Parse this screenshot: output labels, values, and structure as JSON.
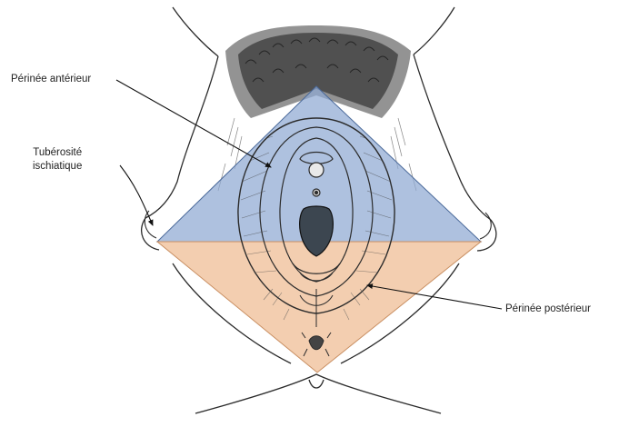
{
  "labels": {
    "perinee_anterieur": "Périnée antérieur",
    "tuberosite_line1": "Tubérosité",
    "tuberosite_line2": "ischiatique",
    "perinee_posterieur": "Périnée postérieur"
  },
  "colors": {
    "anterior_triangle": "#8fa9d2",
    "posterior_triangle": "#f1c6a2",
    "outline": "#2b2b2b",
    "hair": "#1a1a1a"
  }
}
